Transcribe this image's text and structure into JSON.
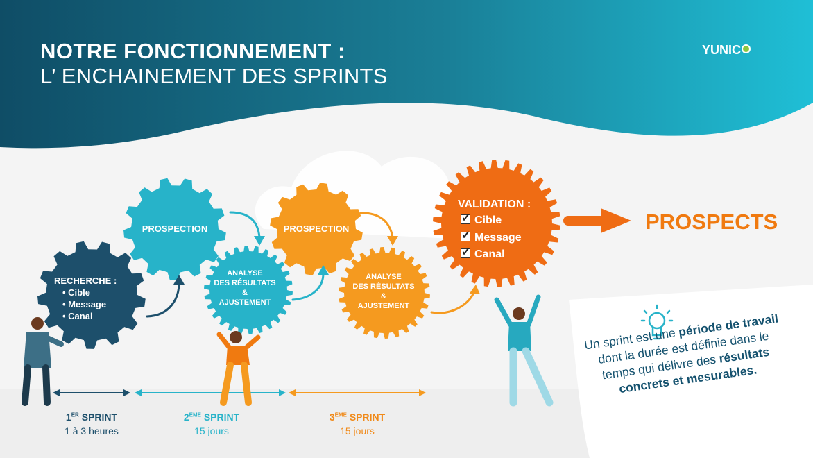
{
  "header": {
    "title_line1": "NOTRE FONCTIONNEMENT :",
    "title_line2": "L’ ENCHAINEMENT DES SPRINTS",
    "logo": "YUNIC"
  },
  "gears": {
    "recherche": {
      "title": "RECHERCHE :",
      "items": [
        "Cible",
        "Message",
        "Canal"
      ]
    },
    "prospection1": "PROSPECTION",
    "analyse1": [
      "ANALYSE",
      "DES RÉSULTATS",
      "&",
      "AJUSTEMENT"
    ],
    "prospection2": "PROSPECTION",
    "analyse2": [
      "ANALYSE",
      "DES RÉSULTATS",
      "&",
      "AJUSTEMENT"
    ],
    "validation": {
      "title": "VALIDATION :",
      "items": [
        "Cible",
        "Message",
        "Canal"
      ]
    }
  },
  "result": "PROSPECTS",
  "sprints": [
    {
      "num": "1",
      "sup": "ER",
      "label": "SPRINT",
      "duration": "1 à 3 heures",
      "color": "#1d4f6b"
    },
    {
      "num": "2",
      "sup": "ÈME",
      "label": "SPRINT",
      "duration": "15 jours",
      "color": "#27b3c9"
    },
    {
      "num": "3",
      "sup": "ÈME",
      "label": "SPRINT",
      "duration": "15 jours",
      "color": "#f08a1a"
    }
  ],
  "note": {
    "p1": "Un sprint est une ",
    "b1": "période de travail",
    "p2": " dont la durée est définie dans le temps qui délivre des ",
    "b2": "résultats concrets et mesurables."
  },
  "colors": {
    "navy": "#1d4f6b",
    "teal": "#27b3c9",
    "orange_light": "#f59a1f",
    "orange_dark": "#ef6c14"
  }
}
